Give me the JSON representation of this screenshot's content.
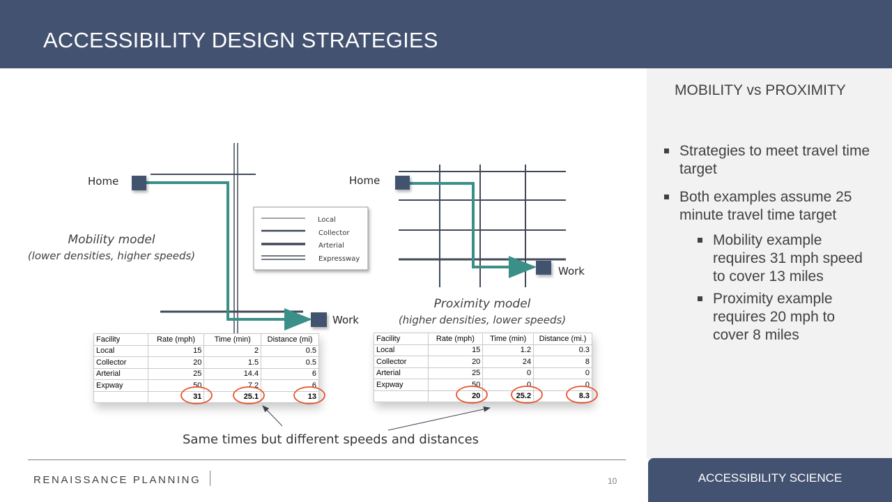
{
  "slide": {
    "title": "ACCESSIBILITY DESIGN STRATEGIES",
    "page_number": "10"
  },
  "panel": {
    "title": "MOBILITY vs PROXIMITY",
    "bullets": [
      {
        "level": 1,
        "text": "Strategies to meet travel time target"
      },
      {
        "level": 1,
        "text": "Both examples assume 25 minute travel time target"
      },
      {
        "level": 2,
        "text": "Mobility example requires 31 mph speed to cover 13 miles"
      },
      {
        "level": 2,
        "text": "Proximity  example requires 20 mph to cover 8 miles"
      }
    ]
  },
  "footer": {
    "brand": "RENAISSANCE PLANNING",
    "tab_label": "ACCESSIBILITY SCIENCE"
  },
  "diagram": {
    "mobility": {
      "home_label": "Home",
      "work_label": "Work",
      "caption_line1": "Mobility model",
      "caption_line2": "(lower densities, higher speeds)"
    },
    "proximity": {
      "home_label": "Home",
      "work_label": "Work",
      "caption_line1": "Proximity model",
      "caption_line2": "(higher densities, lower speeds)"
    },
    "legend": [
      "Local",
      "Collector",
      "Arterial",
      "Expressway"
    ],
    "note": "Same times but different speeds and distances",
    "colors": {
      "route": "#3a8f88",
      "road": "#404858",
      "node": "#435270",
      "highlight": "#e8502a"
    }
  },
  "tables": {
    "mobility": {
      "headers": [
        "Facility",
        "Rate (mph)",
        "Time (min)",
        "Distance (mi)"
      ],
      "rows": [
        [
          "Local",
          "15",
          "2",
          "0.5"
        ],
        [
          "Collector",
          "20",
          "1.5",
          "0.5"
        ],
        [
          "Arterial",
          "25",
          "14.4",
          "6"
        ],
        [
          "Expway",
          "50",
          "7.2",
          "6"
        ]
      ],
      "totals": [
        "",
        "31",
        "25.1",
        "13"
      ]
    },
    "proximity": {
      "headers": [
        "Facility",
        "Rate (mph)",
        "Time (min)",
        "Distance (mi.)"
      ],
      "rows": [
        [
          "Local",
          "15",
          "1.2",
          "0.3"
        ],
        [
          "Collector",
          "20",
          "24",
          "8"
        ],
        [
          "Arterial",
          "25",
          "0",
          "0"
        ],
        [
          "Expway",
          "50",
          "0",
          "0"
        ]
      ],
      "totals": [
        "",
        "20",
        "25.2",
        "8.3"
      ]
    }
  }
}
